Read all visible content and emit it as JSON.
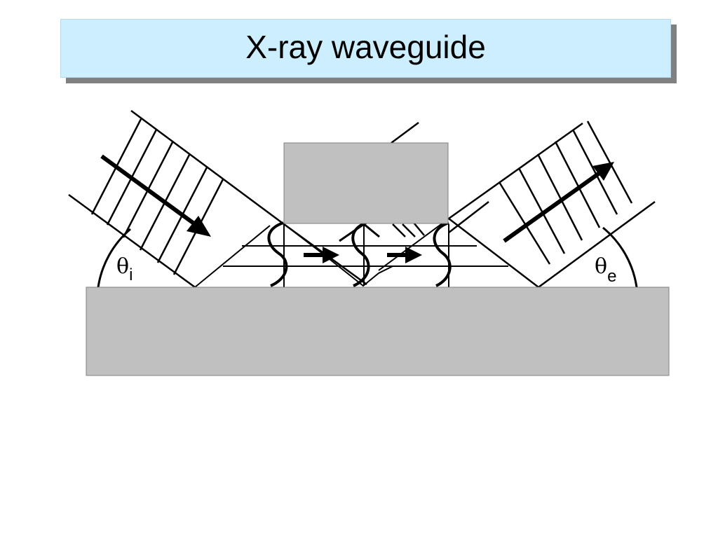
{
  "slide": {
    "title": "X-ray waveguide"
  },
  "diagram": {
    "incident_angle": {
      "symbol": "θ",
      "subscript": "i"
    },
    "exit_angle": {
      "symbol": "θ",
      "subscript": "e"
    },
    "colors": {
      "substrate": "#c0c0c0",
      "title_background": "#cceeff",
      "title_shadow": "#808080",
      "lines": "#000000"
    }
  }
}
